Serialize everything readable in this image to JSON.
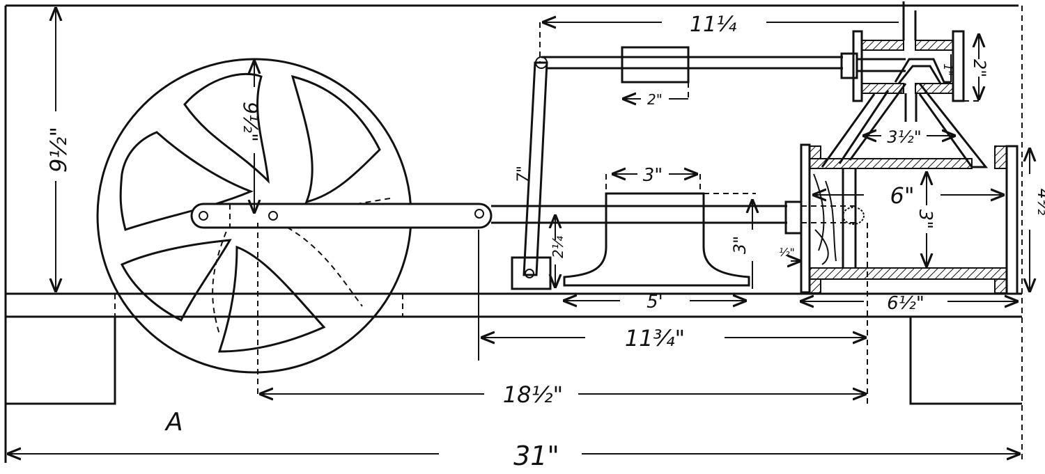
{
  "title": "Steam engine drawing with dimensions",
  "labels": {
    "valve_rod_length": "11¼",
    "height_total": "9½\"",
    "flywheel_diameter": "9½\"",
    "weight_length": "2\"",
    "valve_travel": "1\"",
    "valve_chest_height": "2\"",
    "steam_pipe_width": "3½\"",
    "lever_length": "7\"",
    "bearing_width": "3\"",
    "cylinder_length": "6\"",
    "cylinder_bore": "3\"",
    "cylinder_height": "4½",
    "lever_base_height": "2¼",
    "bearing_height": "3\"",
    "wall_thickness": "½\"",
    "bearing_base": "5'",
    "cylinder_base": "6½\"",
    "stroke_to_cylinder": "11¾\"",
    "flywheel_to_cylinder": "18½\"",
    "figure_letter": "A",
    "total_length": "31\""
  }
}
